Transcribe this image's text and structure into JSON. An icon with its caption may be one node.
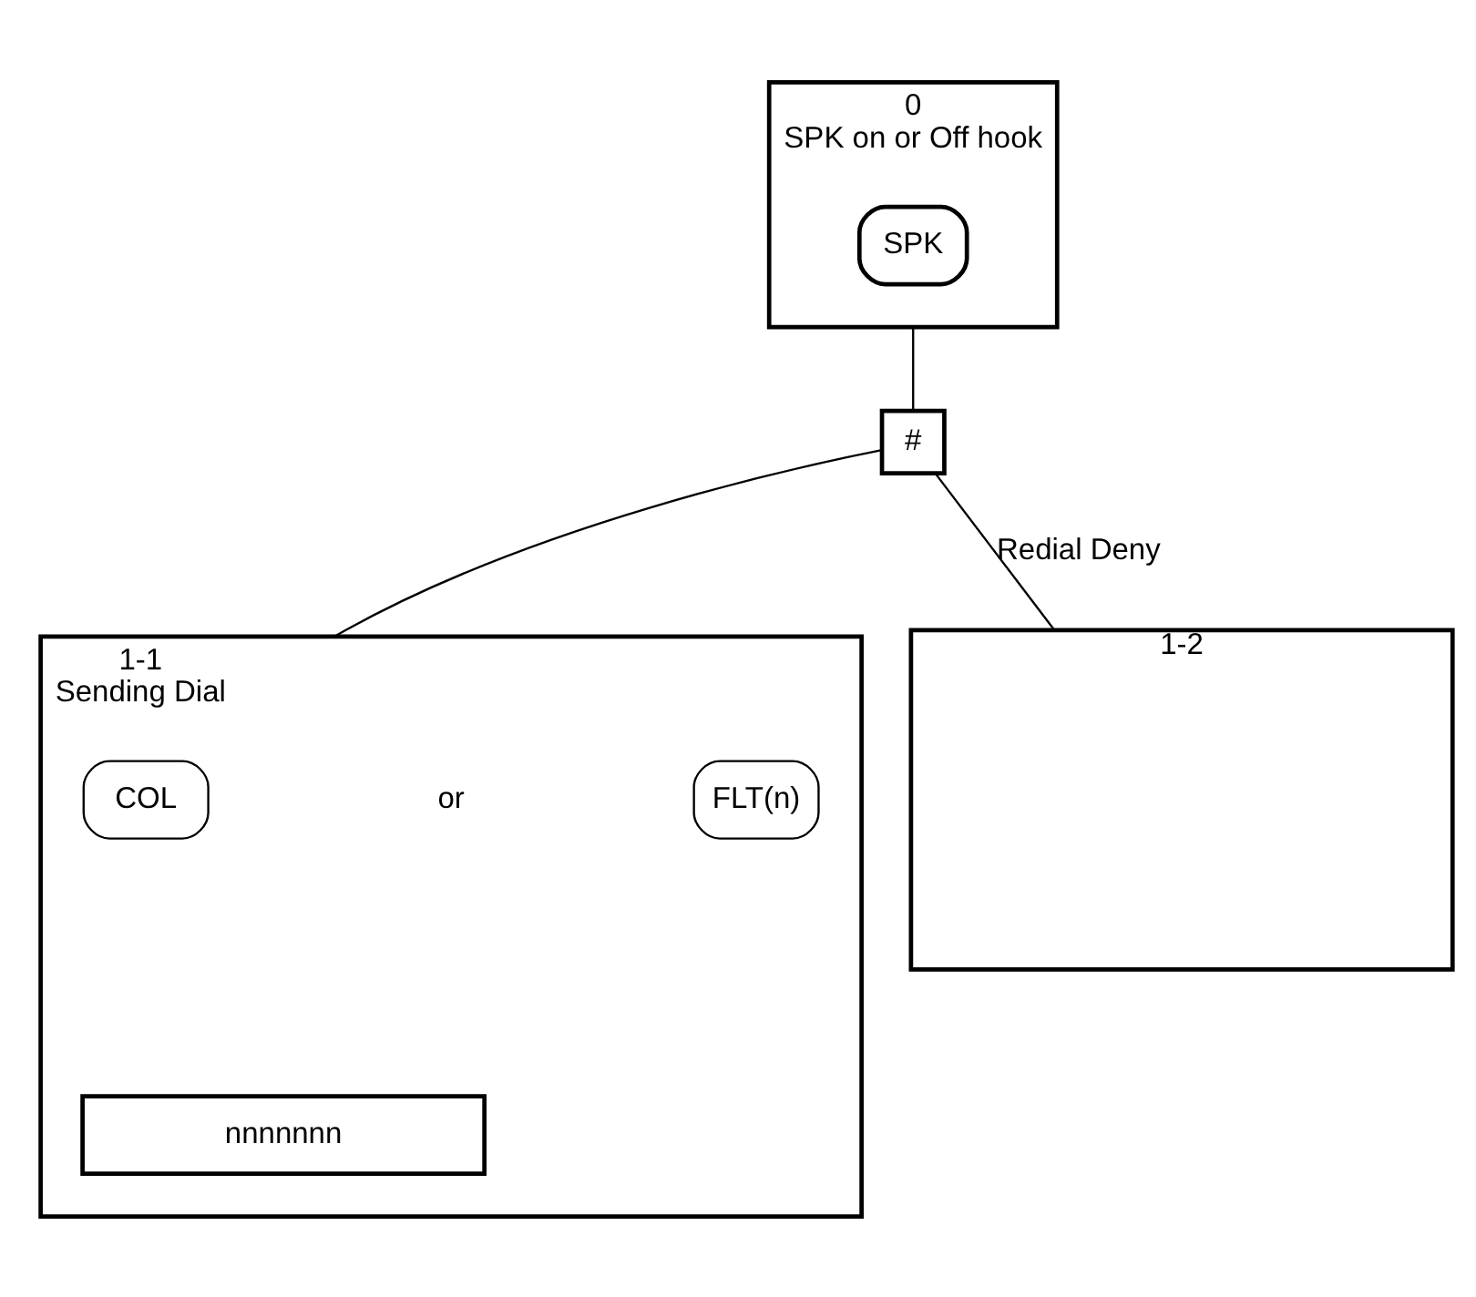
{
  "diagram": {
    "nodes": [
      {
        "text": [
          "0",
          "SPK on or Off hook"
        ]
      },
      {
        "text": [
          "SPK"
        ],
        "in": 0
      },
      {
        "text": [
          "#"
        ]
      },
      {
        "text": [
          "1-1",
          "Sending Dial"
        ]
      },
      {
        "text": [
          "COL"
        ],
        "in": 3
      },
      {
        "text": [
          "FLT(n)"
        ],
        "in": 3
      },
      {
        "text": [
          "nnnnnnn"
        ],
        "in": 3
      },
      {
        "text": [
          "1-2"
        ]
      }
    ],
    "edges": [
      {
        "from": 0,
        "to": 2,
        "arrow": "none"
      },
      {
        "from": 2,
        "to": 3,
        "arrow": "none"
      },
      {
        "from": 2,
        "to": 7,
        "arrow": "none",
        "label": "Redial Deny"
      }
    ],
    "labels": [
      "or"
    ]
  }
}
